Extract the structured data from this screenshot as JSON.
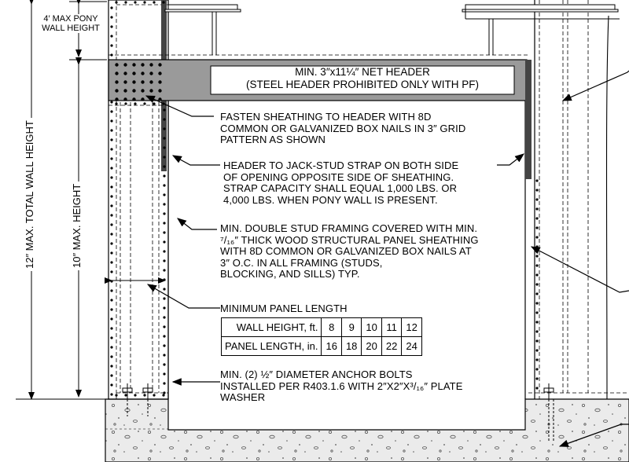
{
  "dimensions": {
    "pony_wall_height": "4′ MAX PONY\nWALL HEIGHT",
    "total_wall_height": "12″ MAX. TOTAL WALL HEIGHT",
    "max_height": "10″ MAX.  HEIGHT"
  },
  "header": {
    "line1": "MIN. 3″x11¼″ NET HEADER",
    "line2": "(STEEL HEADER PROHIBITED ONLY WITH PF)"
  },
  "notes": {
    "fasten_sheathing": "FASTEN SHEATHING TO HEADER WITH 8D\nCOMMON OR GALVANIZED BOX NAILS IN 3″ GRID\nPATTERN AS SHOWN",
    "header_strap": "HEADER TO JACK-STUD STRAP ON BOTH SIDE\nOF OPENING OPPOSITE SIDE OF SHEATHING.\nSTRAP CAPACITY SHALL EQUAL 1,000 LBS. OR\n4,000 LBS. WHEN PONY WALL IS PRESENT.",
    "double_stud": "MIN. DOUBLE STUD FRAMING COVERED WITH MIN.\n⁷/₁₆″ THICK WOOD STRUCTURAL PANEL SHEATHING\nWITH 8D COMMON OR GALVANIZED BOX NAILS AT\n3″ O.C. IN ALL FRAMING (STUDS,\nBLOCKING, AND SILLS) TYP.",
    "min_panel_length": "MINIMUM PANEL LENGTH",
    "anchor_bolts": "MIN. (2) ½″ DIAMETER ANCHOR BOLTS\nINSTALLED PER R403.1.6 WITH 2″x2″x³/₁₆″ PLATE\nWASHER"
  },
  "panel_table": {
    "wall_height_label": "WALL HEIGHT, ft.",
    "panel_length_label": "PANEL LENGTH, in.",
    "wall_heights": [
      "8",
      "9",
      "10",
      "11",
      "12"
    ],
    "panel_lengths": [
      "16",
      "18",
      "20",
      "22",
      "24"
    ]
  }
}
